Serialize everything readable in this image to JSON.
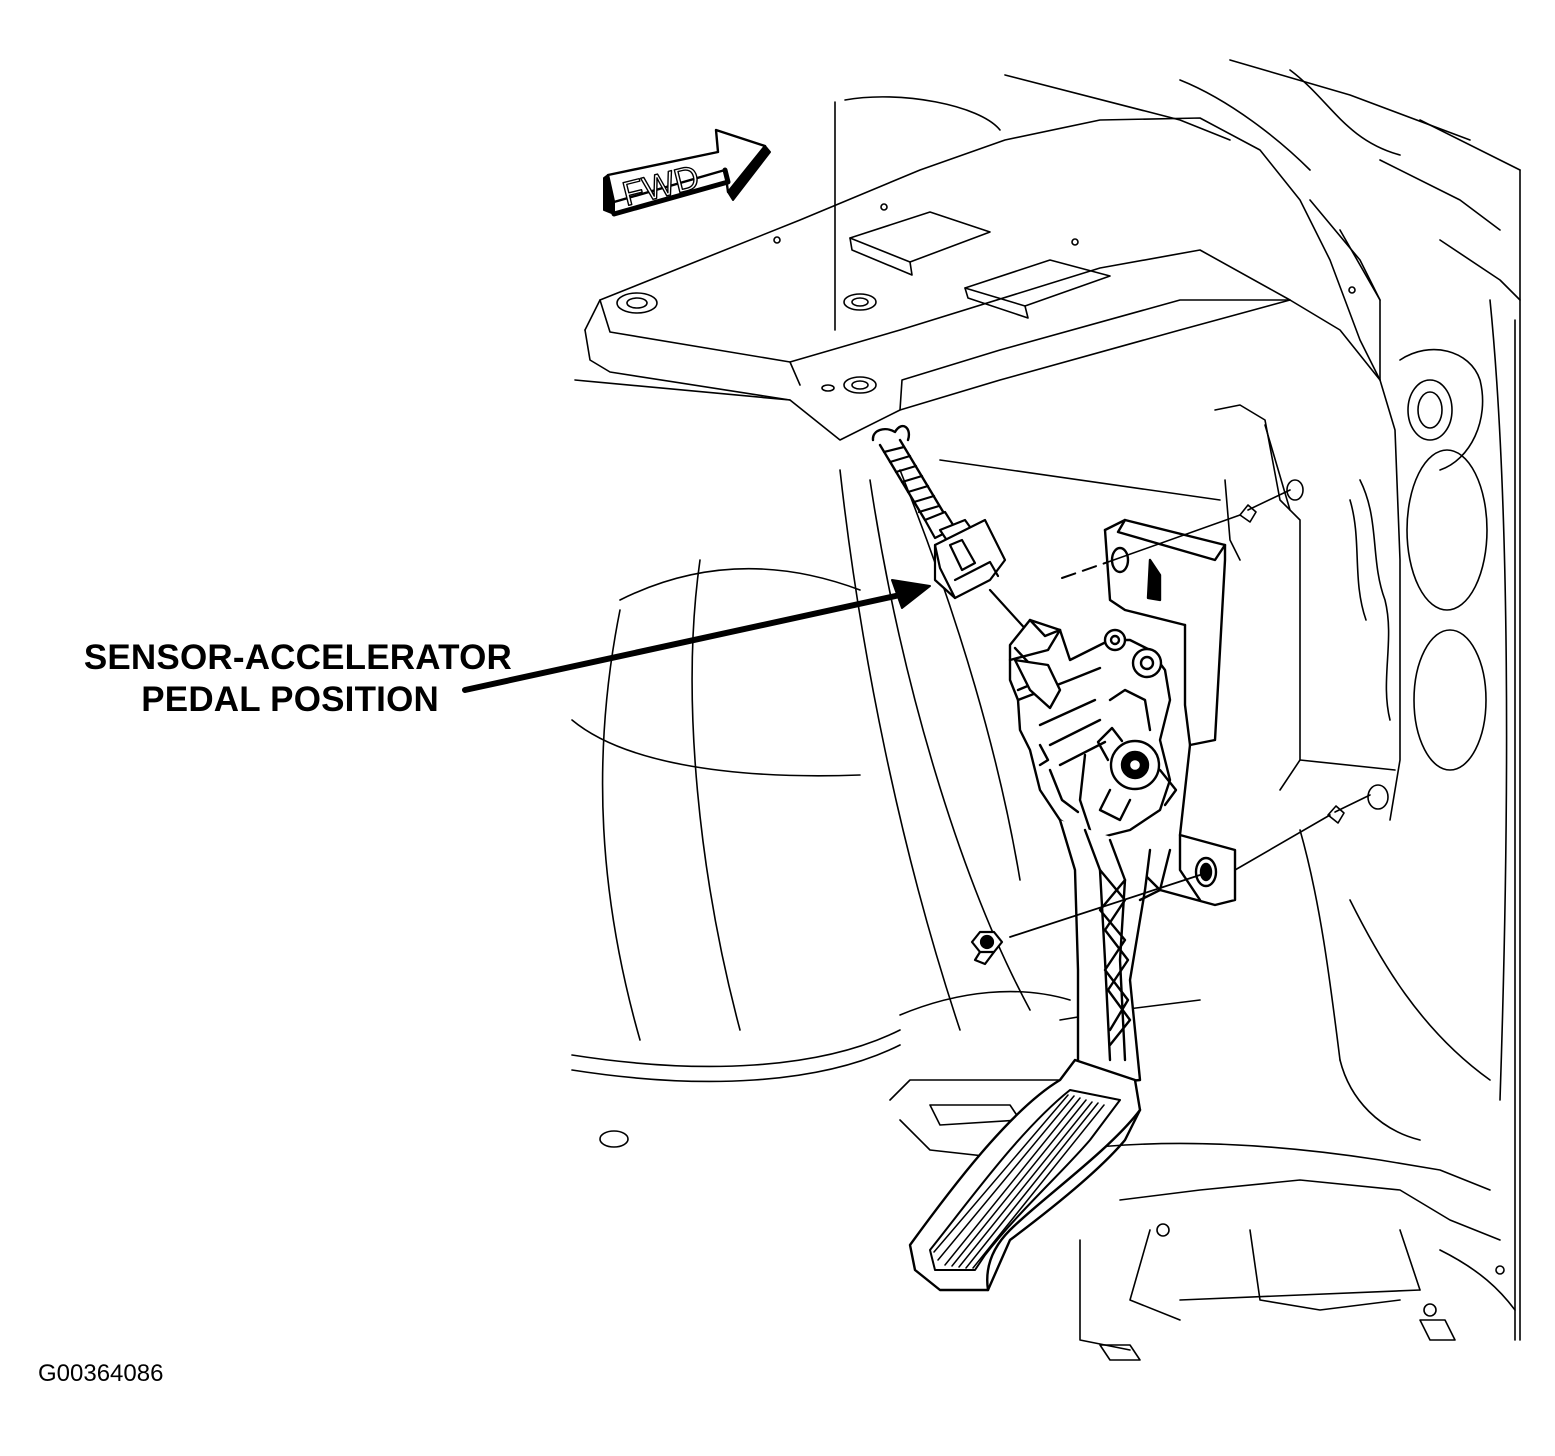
{
  "callout": {
    "line1": "SENSOR-ACCELERATOR",
    "line2": "PEDAL POSITION"
  },
  "direction_arrow": {
    "label": "FWD"
  },
  "figure_id": "G00364086",
  "colors": {
    "ink": "#000000",
    "paper": "#ffffff"
  }
}
